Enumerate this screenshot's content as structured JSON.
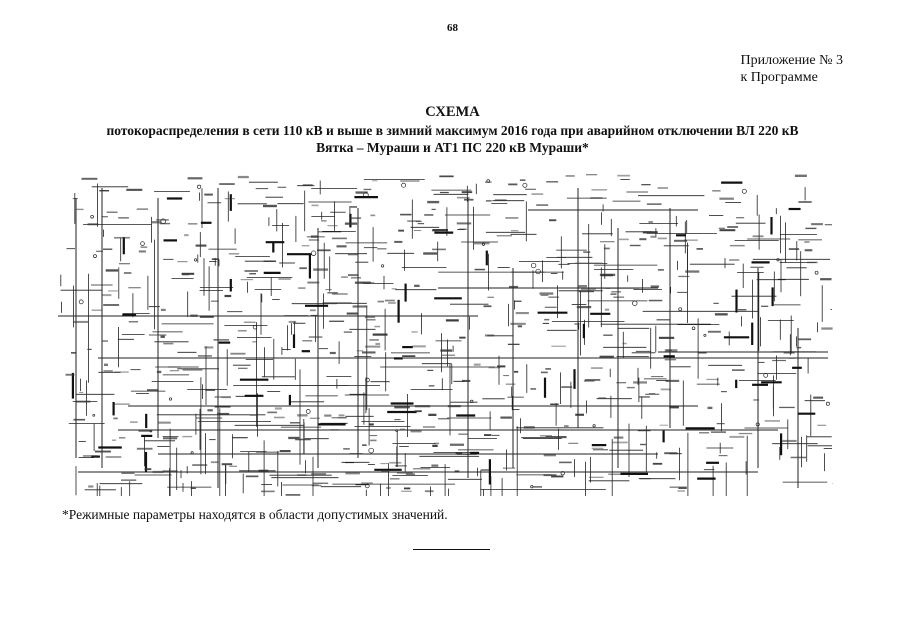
{
  "page": {
    "number": "68"
  },
  "appendix": {
    "line1": "Приложение № 3",
    "line2": "к Программе"
  },
  "title": "СХЕМА",
  "subtitle": {
    "line1": "потокораспределения в сети 110 кВ и выше в зимний максимум 2016 года при аварийном отключении ВЛ 220 кВ",
    "line2": "Вятка – Мураши и АТ1 ПС 220 кВ Мураши*"
  },
  "footnote": "*Режимные параметры находятся в области допустимых значений."
}
